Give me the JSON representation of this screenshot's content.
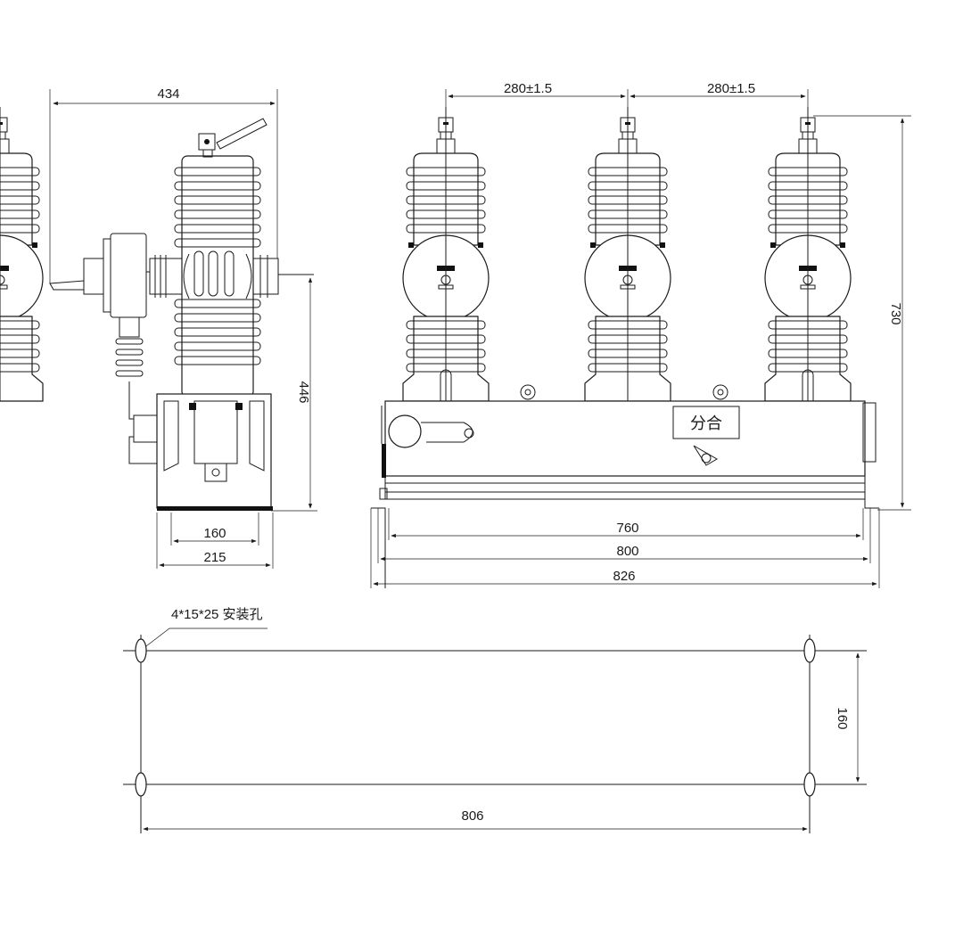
{
  "diagram": {
    "side_view": {
      "width_top": "434",
      "height": "446",
      "base_inner": "160",
      "base_outer": "215"
    },
    "front_view": {
      "pitch_left": "280±1.5",
      "pitch_right": "280±1.5",
      "height": "730",
      "span_760": "760",
      "span_800": "800",
      "span_826": "826",
      "panel_label": "分合"
    },
    "mounting": {
      "hole_note": "4*15*25 安装孔",
      "width": "806",
      "depth": "160"
    }
  },
  "colors": {
    "line": "#1a1a1a",
    "background": "#ffffff"
  }
}
